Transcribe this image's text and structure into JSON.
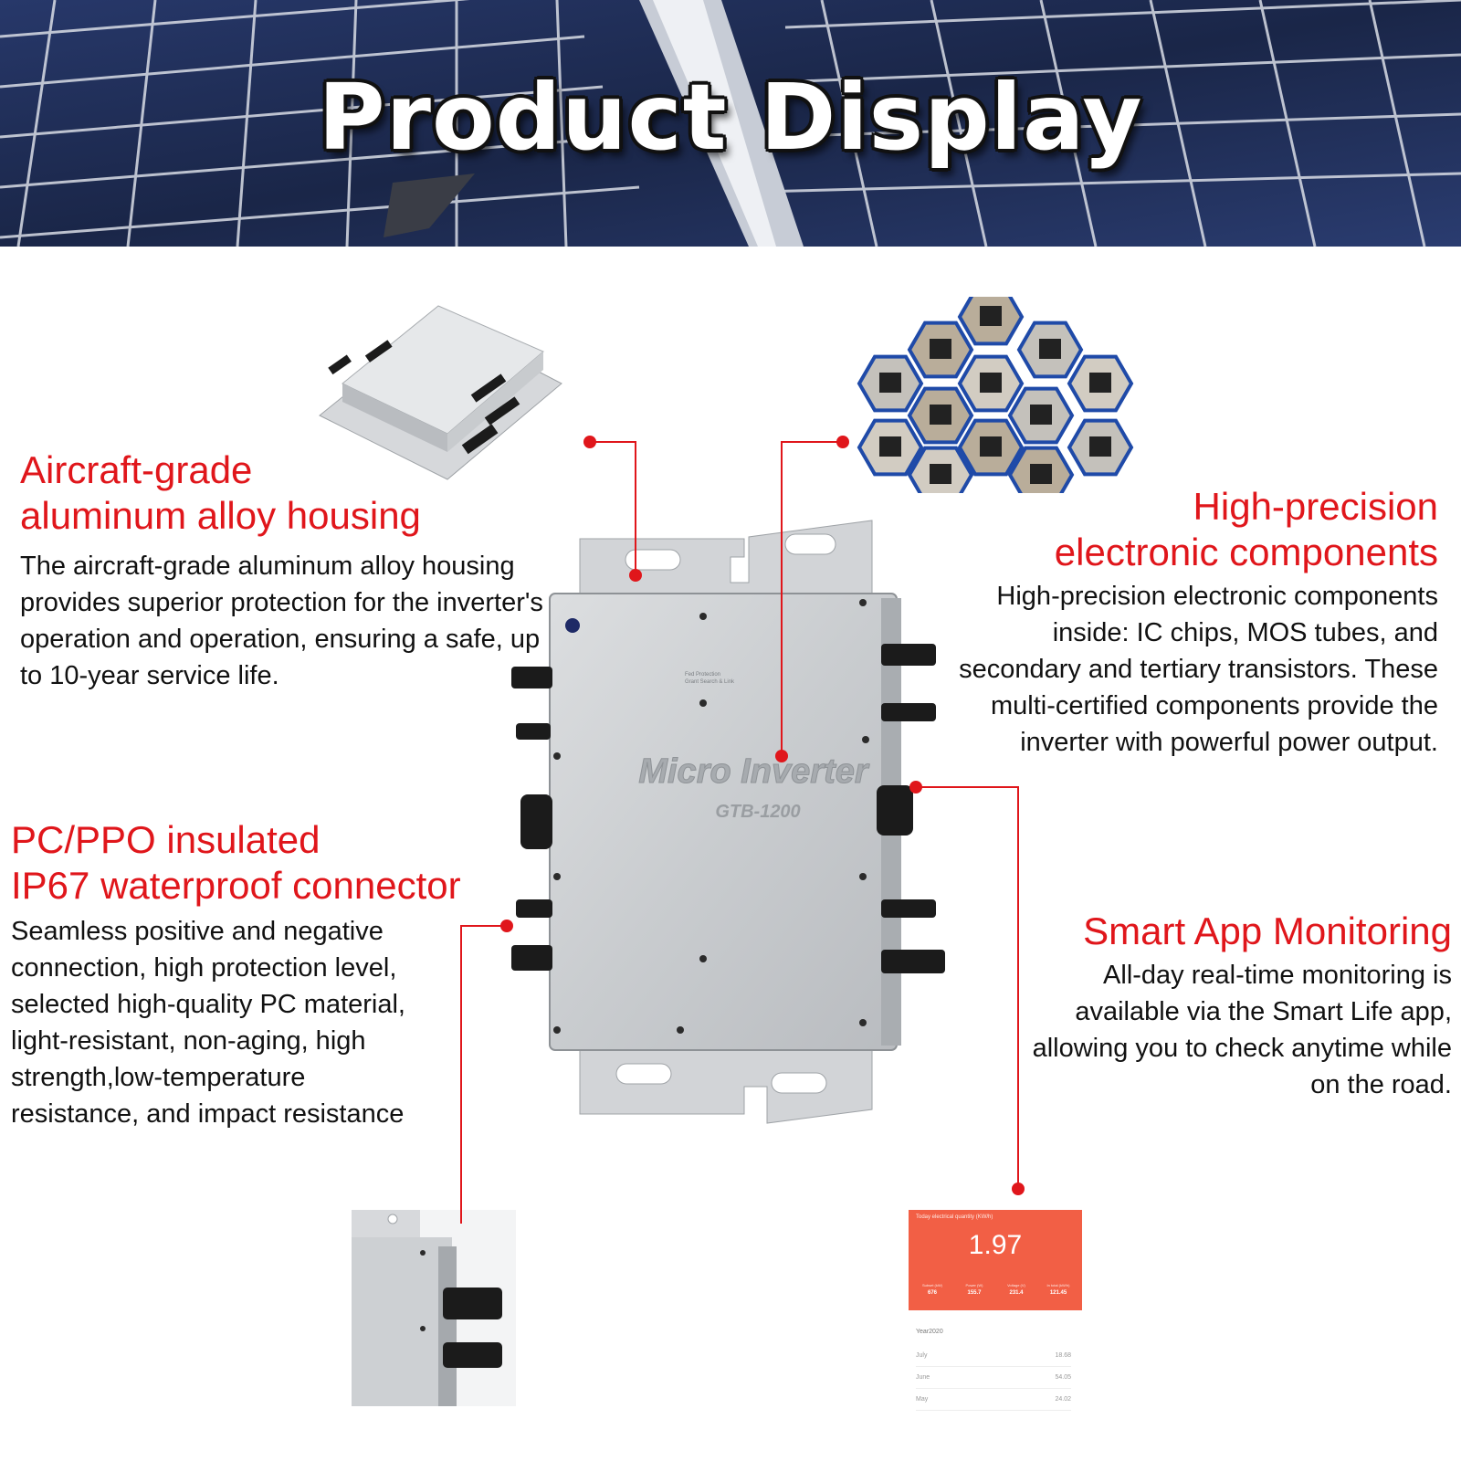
{
  "banner": {
    "title": "Product Display"
  },
  "features": [
    {
      "title_line1": "Aircraft-grade",
      "title_line2": "aluminum alloy housing",
      "text": "The aircraft-grade aluminum alloy housing provides superior protection for the inverter's operation and operation, ensuring a safe, up to 10-year service life."
    },
    {
      "title_line1": "High-precision",
      "title_line2": "electronic components",
      "text": "High-precision electronic components inside: IC chips, MOS tubes, and secondary and tertiary transistors. These multi-certified components provide the inverter with powerful power output."
    },
    {
      "title_line1": "PC/PPO insulated",
      "title_line2": "IP67 waterproof connector",
      "text": "Seamless positive and negative connection, high protection level, selected high-quality PC material, light-resistant, non-aging, high strength,low-temperature resistance, and impact resistance"
    },
    {
      "title_line1": "Smart App Monitoring",
      "text": "All-day real-time monitoring is available via the Smart Life app, allowing you to check anytime while on the road."
    }
  ],
  "device": {
    "name": "Micro Inverter",
    "model": "GTB-1200",
    "small_label_1": "Fed Protection",
    "small_label_2": "Grant Search & Link"
  },
  "app": {
    "header": "Today electrical quantity (KW/h)",
    "value": "1.97",
    "stats": [
      {
        "label": "Subset (kW)",
        "value": "676"
      },
      {
        "label": "Power (W)",
        "value": "155.7"
      },
      {
        "label": "Voltage (V)",
        "value": "231.4"
      },
      {
        "label": "In total (kW/h)",
        "value": "121.45"
      }
    ],
    "year_label": "Year2020",
    "months": [
      {
        "month": "July",
        "value": "18.68"
      },
      {
        "month": "June",
        "value": "54.05"
      },
      {
        "month": "May",
        "value": "24.02"
      }
    ]
  },
  "colors": {
    "accent": "#e0161b",
    "app_bg": "#f25f45",
    "panel": "#c9cccf"
  }
}
